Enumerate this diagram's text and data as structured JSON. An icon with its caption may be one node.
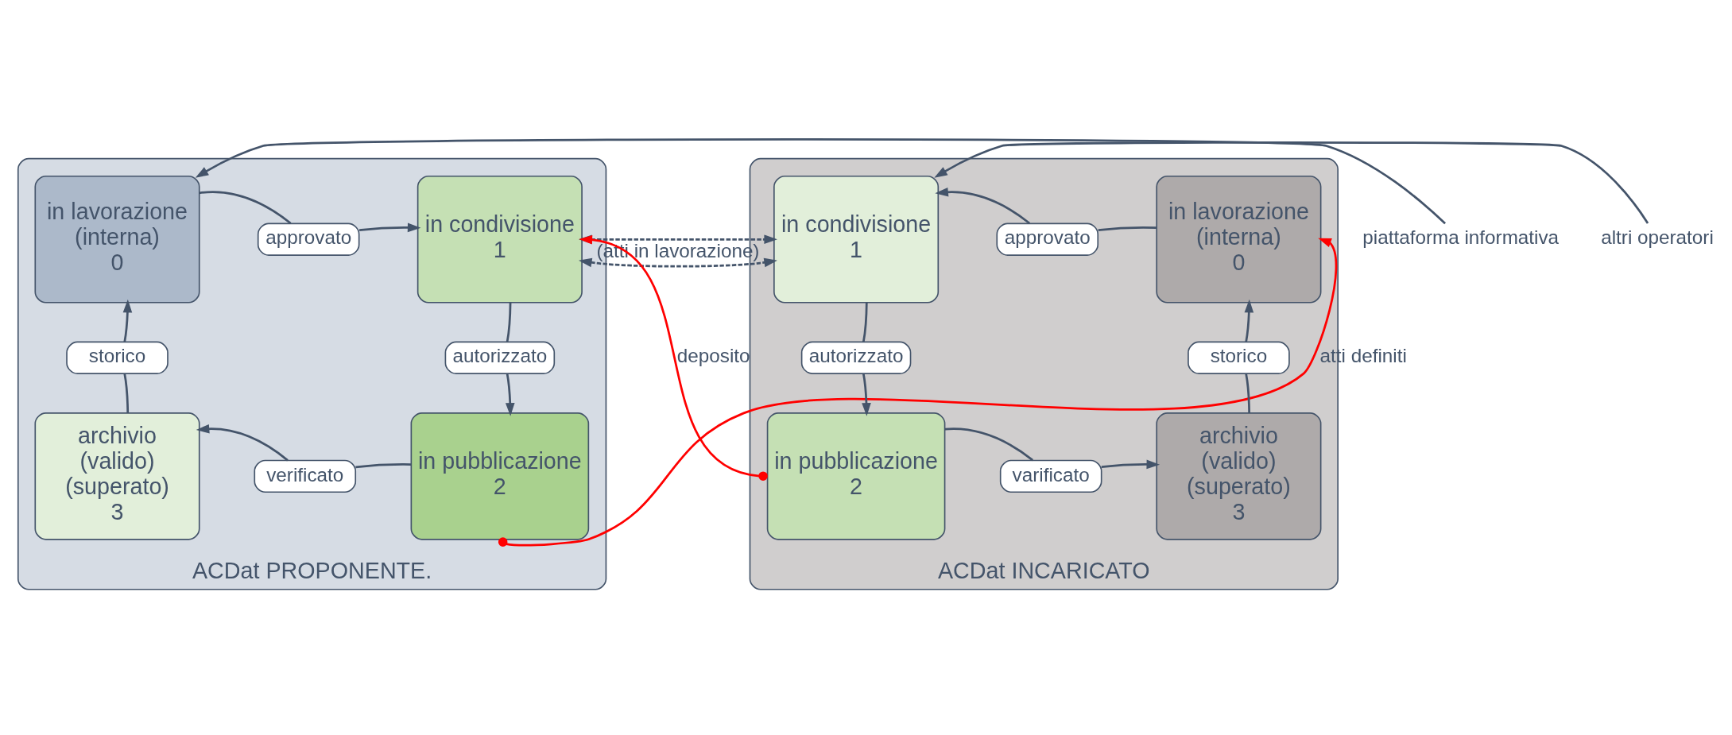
{
  "diagram": {
    "nodes": [
      {
        "text": [
          "ACDat PROPONENTE."
        ]
      },
      {
        "text": [
          "in lavorazione",
          "(interna)",
          "0"
        ],
        "in": 0
      },
      {
        "text": [
          "approvato"
        ],
        "in": 0
      },
      {
        "text": [
          "in condivisione",
          "1"
        ],
        "in": 0
      },
      {
        "text": [
          "storico"
        ],
        "in": 0
      },
      {
        "text": [
          "autorizzato"
        ],
        "in": 0
      },
      {
        "text": [
          "archivio",
          "(valido)",
          "(superato)",
          "3"
        ],
        "in": 0
      },
      {
        "text": [
          "verificato"
        ],
        "in": 0
      },
      {
        "text": [
          "in pubblicazione",
          "2"
        ],
        "in": 0
      },
      {
        "text": [
          "ACDat INCARICATO"
        ]
      },
      {
        "text": [
          "in condivisione",
          "1"
        ],
        "in": 9
      },
      {
        "text": [
          "approvato"
        ],
        "in": 9
      },
      {
        "text": [
          "in lavorazione",
          "(interna)",
          "0"
        ],
        "in": 9
      },
      {
        "text": [
          "autorizzato"
        ],
        "in": 9
      },
      {
        "text": [
          "storico"
        ],
        "in": 9
      },
      {
        "text": [
          "in pubblicazione",
          "2"
        ],
        "in": 9
      },
      {
        "text": [
          "varificato"
        ],
        "in": 9
      },
      {
        "text": [
          "archivio",
          "(valido)",
          "(superato)",
          "3"
        ],
        "in": 9
      },
      {
        "text": [
          "piattaforma informativa"
        ]
      },
      {
        "text": [
          "altri operatori"
        ]
      }
    ],
    "edges": [
      {
        "from": 1,
        "to": 2,
        "arrow": "none"
      },
      {
        "from": 2,
        "to": 3,
        "arrow": "to"
      },
      {
        "from": 3,
        "to": 5,
        "arrow": "none"
      },
      {
        "from": 5,
        "to": 8,
        "arrow": "to"
      },
      {
        "from": 8,
        "to": 7,
        "arrow": "none"
      },
      {
        "from": 7,
        "to": 6,
        "arrow": "to"
      },
      {
        "from": 6,
        "to": 4,
        "arrow": "none"
      },
      {
        "from": 4,
        "to": 1,
        "arrow": "to"
      },
      {
        "from": 12,
        "to": 11,
        "arrow": "none"
      },
      {
        "from": 11,
        "to": 10,
        "arrow": "to"
      },
      {
        "from": 10,
        "to": 13,
        "arrow": "none"
      },
      {
        "from": 13,
        "to": 15,
        "arrow": "to"
      },
      {
        "from": 15,
        "to": 16,
        "arrow": "none"
      },
      {
        "from": 16,
        "to": 17,
        "arrow": "to"
      },
      {
        "from": 17,
        "to": 14,
        "arrow": "none"
      },
      {
        "from": 14,
        "to": 12,
        "arrow": "to"
      },
      {
        "from": 18,
        "to": 1,
        "arrow": "to"
      },
      {
        "from": 19,
        "to": 10,
        "arrow": "to"
      },
      {
        "from": 3,
        "to": 10,
        "arrow": "both",
        "label": "(atti in lavorazione)",
        "style": "dashed"
      },
      {
        "from": 15,
        "to": 3,
        "arrow": "to",
        "label": "deposito",
        "color": "#ff0000"
      },
      {
        "from": 8,
        "to": 12,
        "arrow": "to",
        "label": "atti definiti",
        "color": "#ff0000"
      }
    ]
  }
}
